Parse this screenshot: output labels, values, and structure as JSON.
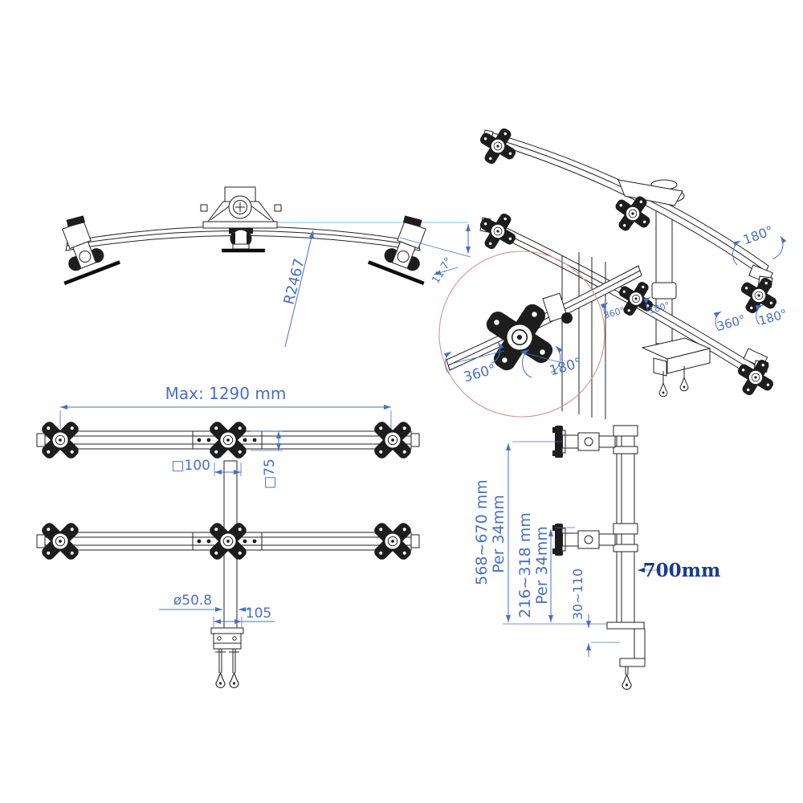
{
  "labels": {
    "radius": "R2467",
    "end_tilt_angle": "11.7°",
    "max_span": "Max: 1290 mm",
    "vesa_100": "□100",
    "vesa_75": "□75",
    "pole_diameter": "ø50.8",
    "clamp_plate_width": "105",
    "pole_length": "700mm",
    "upper_arm_height_range": "568~670 mm",
    "upper_arm_height_step": "Per 34mm",
    "lower_arm_height_range": "216~318 mm",
    "lower_arm_height_step": "Per 34mm",
    "desk_clamp_range": "30~110",
    "swivel": "360°",
    "tilt": "180°"
  },
  "colors": {
    "dimension_blue": "#4a70c2",
    "reference_cyan": "#a5d9ea",
    "detail_circle_red": "#d89090",
    "pole_label_navy": "#1b3a8c",
    "drawing_line": "#222222"
  }
}
